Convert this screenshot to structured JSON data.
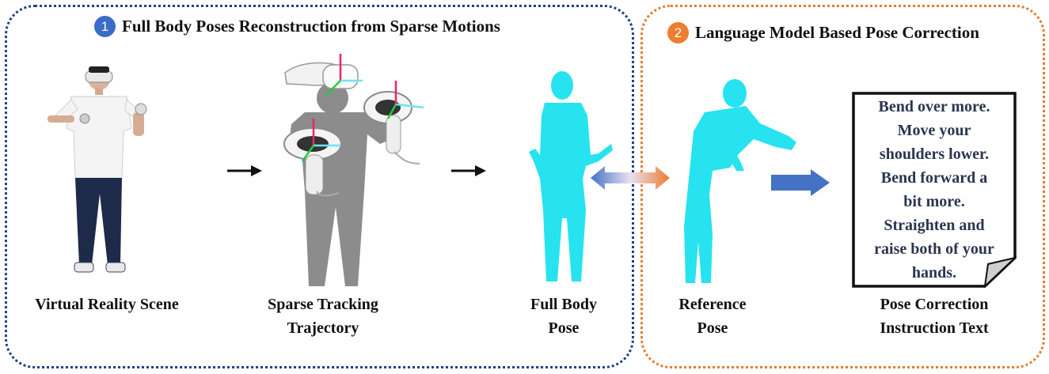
{
  "panel1": {
    "number": "1",
    "title": "Full Body Poses Reconstruction from Sparse Motions",
    "number_color": "#3b6cc7",
    "border_color": "#1f3f8a"
  },
  "panel2": {
    "number": "2",
    "title": "Language Model Based Pose Correction",
    "number_color": "#ee7d2f",
    "border_color": "#e67a2e"
  },
  "labels": {
    "vr_scene": "Virtual Reality Scene",
    "sparse_line1": "Sparse Tracking",
    "sparse_line2": "Trajectory",
    "fullbody_line1": "Full Body",
    "fullbody_line2": "Pose",
    "reference_line1": "Reference",
    "reference_line2": "Pose",
    "correction_line1": "Pose Correction",
    "correction_line2": "Instruction Text"
  },
  "instruction_text": [
    "Bend over more.",
    "Move your",
    "shoulders lower.",
    "Bend forward a",
    "bit more.",
    "Straighten and",
    "raise both of your",
    "hands."
  ],
  "colors": {
    "mesh": "#27e3f0",
    "arrow_black": "#111111",
    "arrow_blue": "#4472c4",
    "arrow_orange": "#ed7d31"
  },
  "icons": [
    "person-photo",
    "controller-icon",
    "headset-icon",
    "mesh-figure",
    "note-paper"
  ]
}
